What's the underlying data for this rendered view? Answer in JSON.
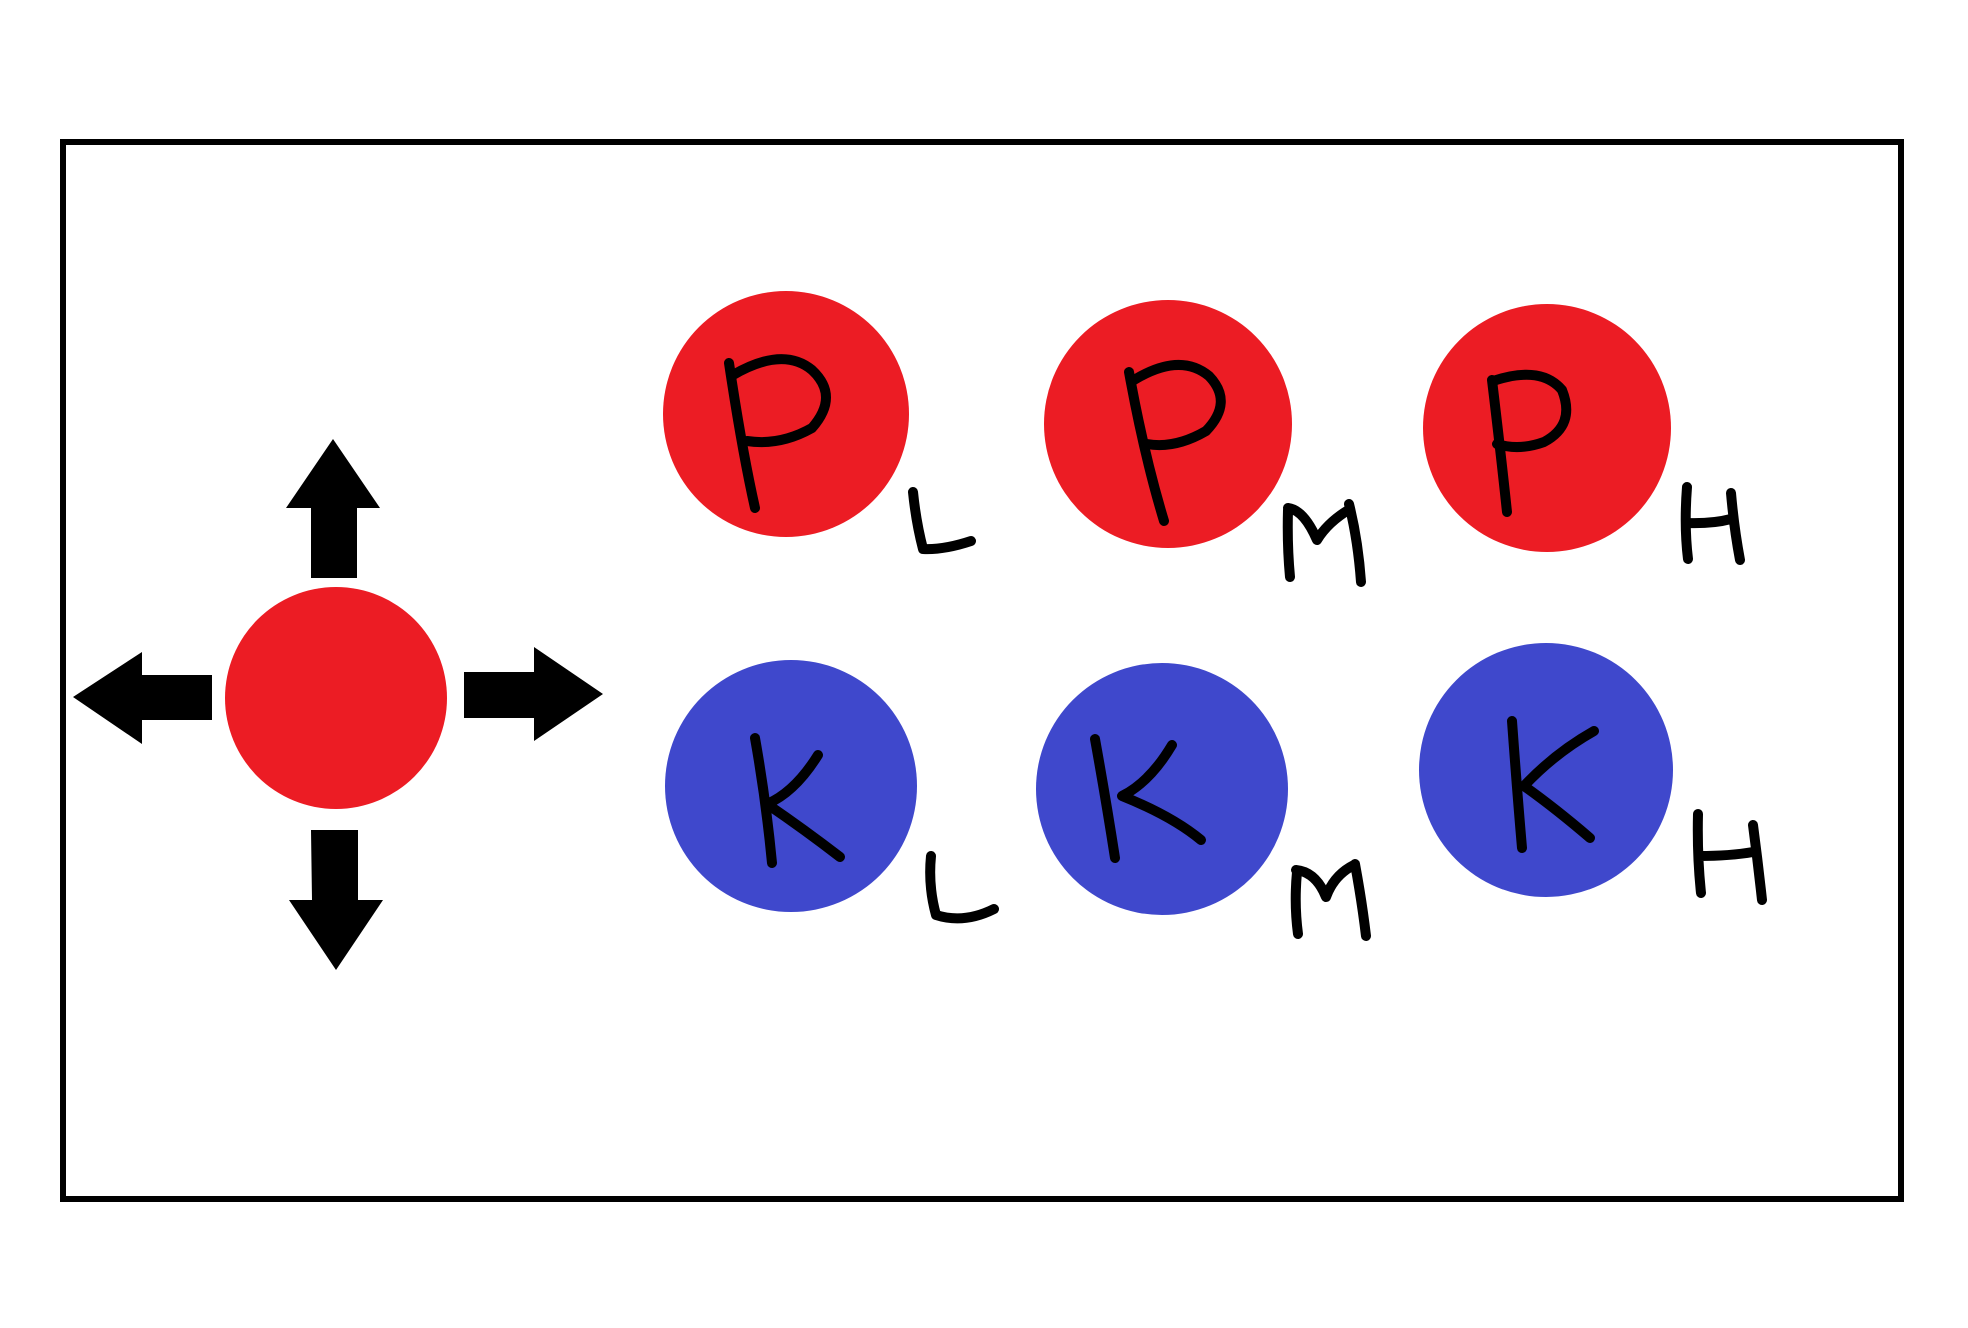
{
  "colors": {
    "background": "#ffffff",
    "frame": "#000000",
    "punch_red": "#ec1c24",
    "kick_blue": "#3f48cc",
    "ink": "#000000"
  },
  "joystick": {
    "ball_color": "#ec1c24",
    "arrows": [
      "arrow-up-icon",
      "arrow-down-icon",
      "arrow-left-icon",
      "arrow-right-icon"
    ]
  },
  "buttons": {
    "punch": [
      {
        "letter": "P",
        "subscript": "L",
        "color": "#ec1c24"
      },
      {
        "letter": "P",
        "subscript": "M",
        "color": "#ec1c24"
      },
      {
        "letter": "P",
        "subscript": "H",
        "color": "#ec1c24"
      }
    ],
    "kick": [
      {
        "letter": "K",
        "subscript": "L",
        "color": "#3f48cc"
      },
      {
        "letter": "K",
        "subscript": "M",
        "color": "#3f48cc"
      },
      {
        "letter": "K",
        "subscript": "H",
        "color": "#3f48cc"
      }
    ]
  }
}
